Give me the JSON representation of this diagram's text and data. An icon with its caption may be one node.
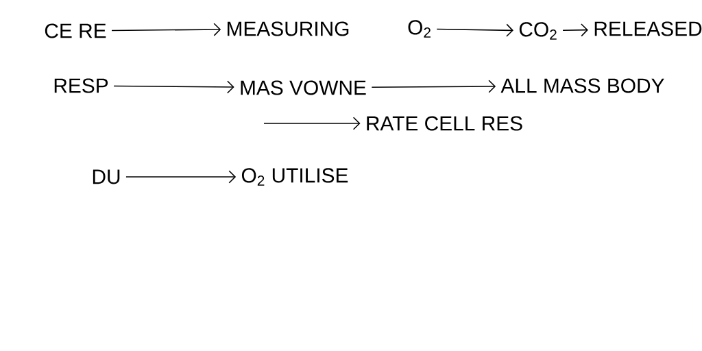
{
  "diagram": {
    "nodes": [
      {
        "text": [
          "CE RE"
        ]
      },
      {
        "text": [
          "MEASURING"
        ]
      },
      {
        "text": [
          "O$_{2}$"
        ]
      },
      {
        "text": [
          "CO$_{2}$"
        ]
      },
      {
        "text": [
          "RELEASED"
        ]
      },
      {
        "text": [
          "RESP"
        ]
      },
      {
        "text": [
          "MAS VOWNE"
        ]
      },
      {
        "text": [
          "ALL MASS BODY"
        ]
      },
      {
        "text": [
          "RATE CELL RES"
        ]
      },
      {
        "text": [
          "DU"
        ]
      },
      {
        "text": [
          "O$_{2}$ UTILISE"
        ]
      }
    ],
    "edges": [
      {
        "from": 0,
        "to": 1,
        "arrow": "to"
      },
      {
        "from": 2,
        "to": 3,
        "arrow": "to"
      },
      {
        "from": 3,
        "to": 4,
        "arrow": "to"
      },
      {
        "from": 5,
        "to": 6,
        "arrow": "to"
      },
      {
        "from": 6,
        "to": 7,
        "arrow": "to"
      },
      {
        "from": null,
        "to": 8,
        "arrow": "to"
      },
      {
        "from": 9,
        "to": 10,
        "arrow": "to"
      }
    ]
  }
}
